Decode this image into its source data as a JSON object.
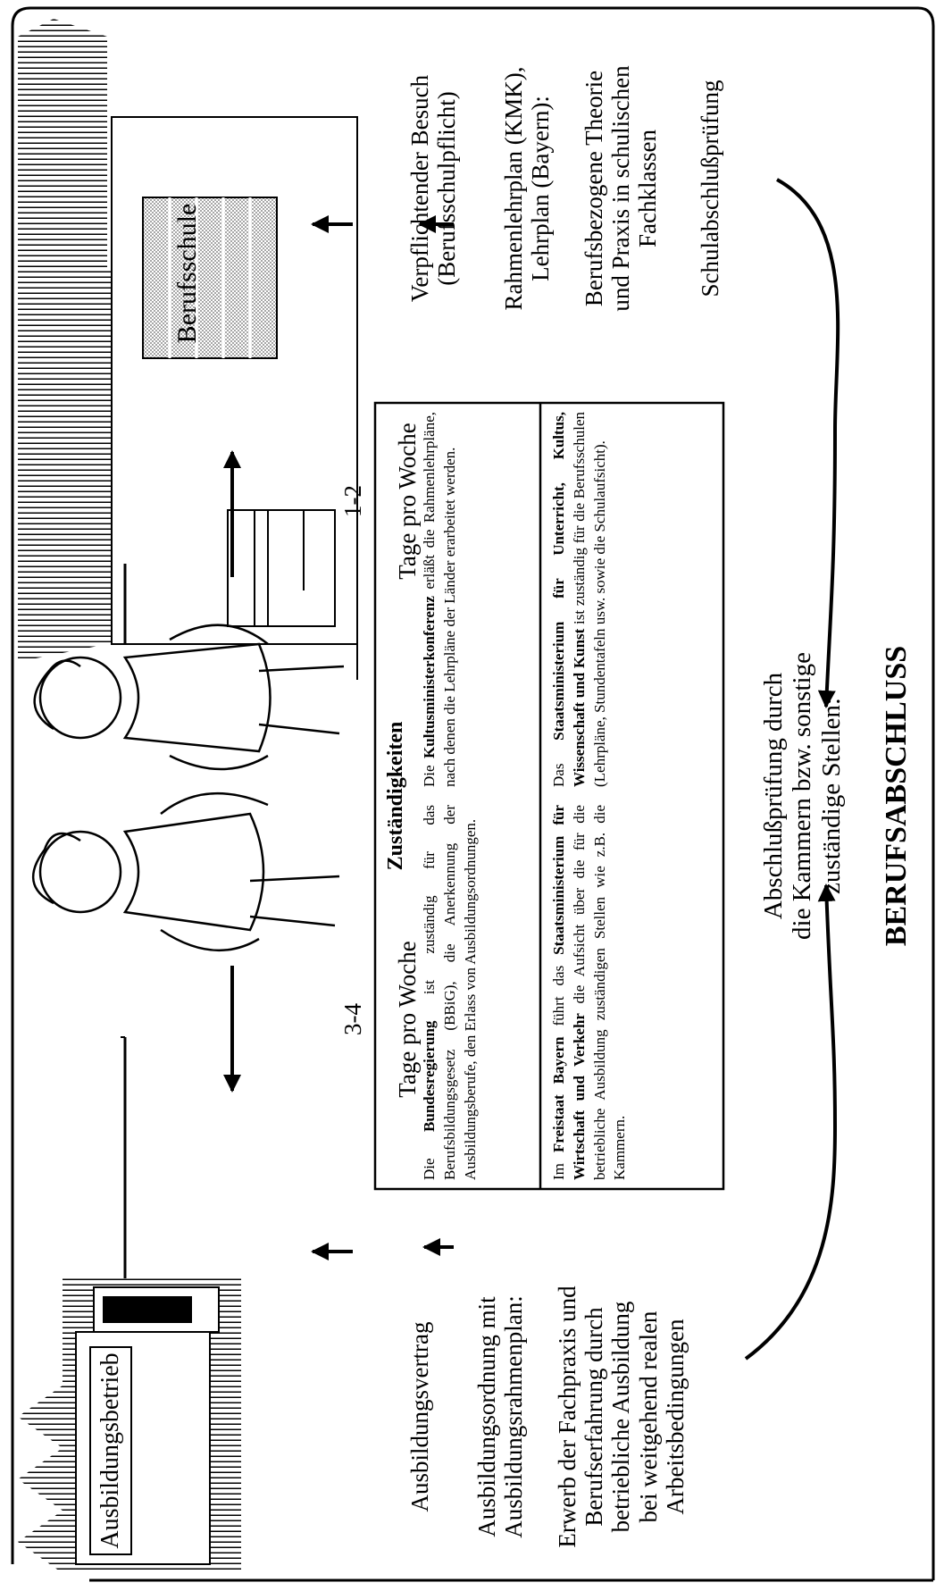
{
  "company": {
    "sign": "Ausbildungsbetrieb"
  },
  "school": {
    "sign": "Berufsschule"
  },
  "schedule": {
    "company_days_number": "3-4",
    "company_days_unit": "Tage pro Woche",
    "school_days_number": "1-2",
    "school_days_unit": "Tage pro Woche"
  },
  "left_column": {
    "contract": "Ausbildungsvertrag",
    "regulation": "Ausbildungsordnung mit\nAusbildungsrahmenplan:",
    "practice": "Erwerb der Fachpraxis und\nBerufserfahrung durch\nbetriebliche Ausbildung\nbei weitgehend realen\nArbeitsbedingungen"
  },
  "right_column": {
    "attendance": "Verpflichtender Besuch\n(Berufsschulpflicht)",
    "curriculum": "Rahmenlehrplan (KMK),\nLehrplan (Bayern):",
    "theory": "Berufsbezogene Theorie\nund Praxis in schulischen\nFachklassen",
    "exam": "Schulabschlußprüfung"
  },
  "responsibilities": {
    "title": "Zuständigkeiten",
    "federal_lead": "Die ",
    "federal_bold": "Bundesregierung",
    "federal_text": " ist zuständig für das Berufsbildungsgesetz (BBiG), die Anerkennung der Ausbildungsberufe, den Erlass von Ausbildungsordnungen.",
    "kmk_lead": "Die ",
    "kmk_bold": "Kultusministerkonferenz",
    "kmk_text": " erläßt die Rahmenlehrpläne, nach denen die Lehrpläne der Länder erarbeitet werden.",
    "bavaria_lead": "Im ",
    "bavaria_bold1": "Freistaat Bayern",
    "bavaria_mid": " führt das ",
    "bavaria_bold2": "Staatsministerium für Wirtschaft und Verkehr",
    "bavaria_text": " die Aufsicht über die für die betriebliche Ausbildung zuständigen Stellen wie z.B. die Kammern.",
    "ministry_lead": "Das ",
    "ministry_bold": "Staatsministerium für Unterricht, Kultus, Wissenschaft und Kunst",
    "ministry_text": " ist zuständig für die Berufsschulen (Lehrpläne, Stundentafeln usw. sowie die Schulaufsicht)."
  },
  "final": {
    "exam_text": "Abschlußprüfung durch\ndie Kammern bzw. sonstige\nzuständige Stellen:",
    "result": "BERUFSABSCHLUSS"
  }
}
